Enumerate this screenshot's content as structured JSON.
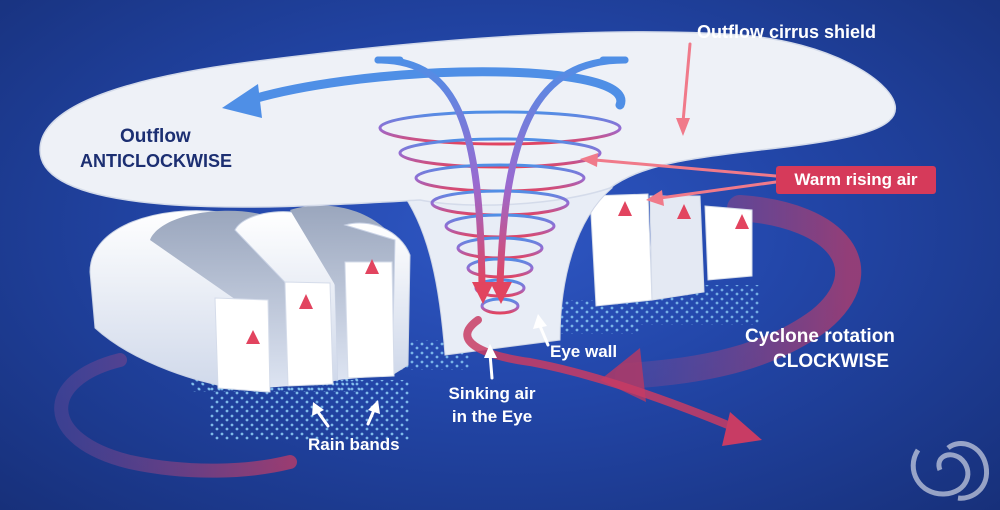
{
  "labels": {
    "outflow_cirrus_shield": "Outflow cirrus shield",
    "outflow_line1": "Outflow",
    "outflow_line2": "ANTICLOCKWISE",
    "warm_rising_air": "Warm rising air",
    "cyclone_rotation_line1": "Cyclone rotation",
    "cyclone_rotation_line2": "CLOCKWISE",
    "eye_wall": "Eye wall",
    "sinking_air_line1": "Sinking air",
    "sinking_air_line2": "in the Eye",
    "rain_bands": "Rain bands"
  },
  "icons": {
    "logo": "swirl-logo-icon"
  },
  "colors": {
    "background": "#2347aa",
    "cloud": "#eef1f7",
    "warm_air": "#e2445f",
    "outflow_blue": "#4f8fe6",
    "label_dark": "#1c2f72"
  }
}
